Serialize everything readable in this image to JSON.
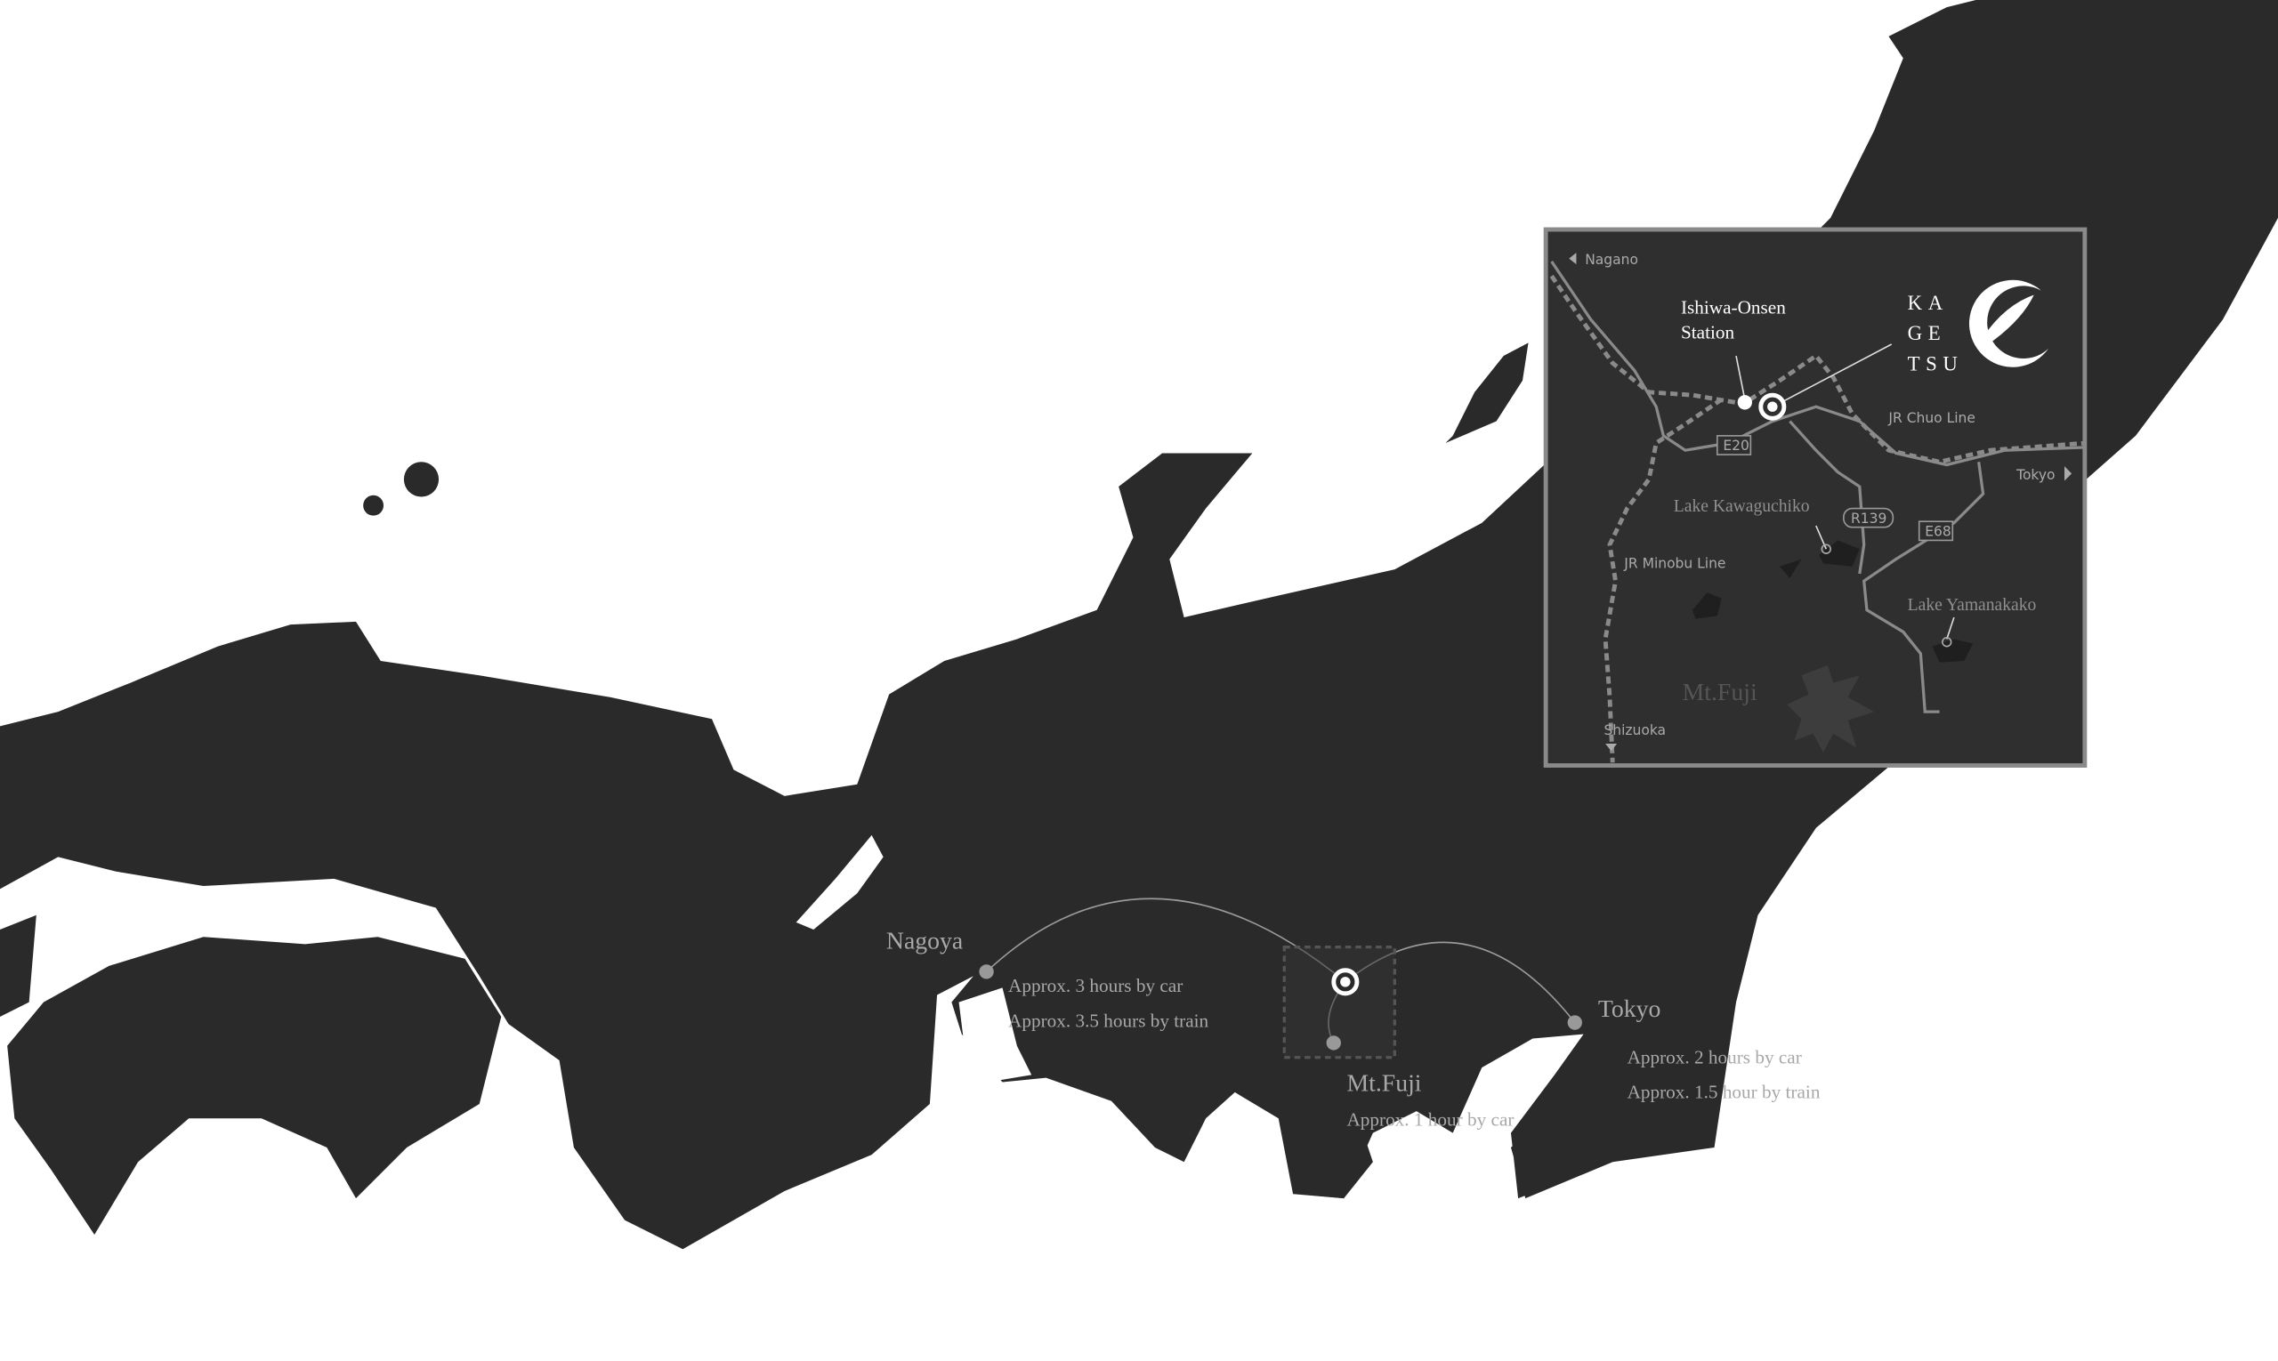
{
  "colors": {
    "land": "#2a2a2a",
    "inset_bg": "#2f2f2f",
    "inset_border": "#8a8a8a",
    "route": "#9a9a9a",
    "label": "#a8a8a8"
  },
  "main_map": {
    "cities": [
      {
        "name": "Nagoya",
        "lines": [
          "Approx. 3 hours by car",
          "Approx. 3.5 hours by train"
        ]
      },
      {
        "name": "Tokyo",
        "lines": [
          "Approx. 2 hours by car",
          "Approx. 1.5 hour by train"
        ]
      },
      {
        "name": "Mt.Fuji",
        "lines": [
          "Approx. 1 hour by car"
        ]
      }
    ]
  },
  "inset": {
    "directions": {
      "nagano": "Nagano",
      "tokyo": "Tokyo",
      "shizuoka": "Shizuoka"
    },
    "station": [
      "Ishiwa-Onsen",
      "Station"
    ],
    "brand": [
      "KA",
      "GE",
      "TSU"
    ],
    "rail_lines": {
      "chuo": "JR Chuo Line",
      "minobu": "JR Minobu Line"
    },
    "roads": {
      "e20": "E20",
      "r139": "R139",
      "e68": "E68"
    },
    "lakes": {
      "kawaguchiko": "Lake Kawaguchiko",
      "yamanakako": "Lake Yamanakako"
    },
    "mountain": "Mt.Fuji"
  }
}
